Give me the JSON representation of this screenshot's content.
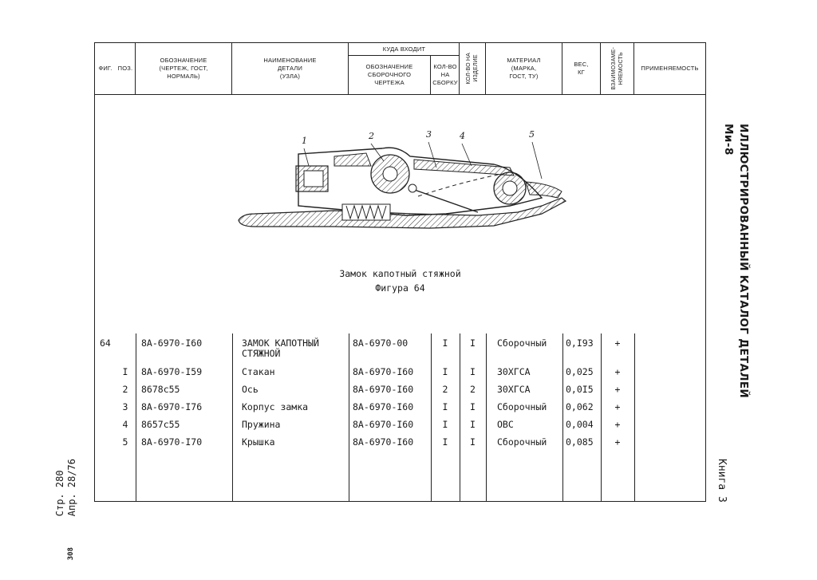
{
  "header": {
    "fig": "ФИГ.",
    "pos": "ПОЗ.",
    "designation": "ОБОЗНАЧЕНИЕ\n(ЧЕРТЕЖ, ГОСТ,\nНОРМАЛЬ)",
    "part_name": "НАИМЕНОВАНИЕ\nДЕТАЛИ\n(УЗЛА)",
    "goes_into": "КУДА ВХОДИТ",
    "assembly_designation": "ОБОЗНАЧЕНИЕ\nСБОРОЧНОГО\nЧЕРТЕЖА",
    "qty_assembly": "КОЛ-ВО\nНА\nСБОРКУ",
    "qty_product": "КОЛ-ВО НА\nИЗДЕЛИЕ",
    "material": "МАТЕРИАЛ\n(МАРКА,\nГОСТ, ТУ)",
    "weight": "ВЕС,\nКГ",
    "interchangeability": "ВЗАИМОЗАМЕ-\nНЯЕМОСТЬ",
    "applicability": "ПРИМЕНЯЕМОСТЬ"
  },
  "figure": {
    "caption_line1": "Замок капотный стяжной",
    "caption_line2": "Фигура 64",
    "callouts": [
      "1",
      "2",
      "3",
      "4",
      "5"
    ]
  },
  "rows": [
    {
      "fig": "64",
      "pos": "",
      "designation": "8А-6970-I60",
      "name": "ЗАМОК КАПОТНЫЙ\nСТЯЖНОЙ",
      "assembly": "8А-6970-00",
      "qty_asm": "I",
      "qty_prod": "I",
      "material": "Сборочный",
      "weight": "0,I93",
      "interch": "+"
    },
    {
      "fig": "",
      "pos": "I",
      "designation": "8А-6970-I59",
      "name": "Стакан",
      "assembly": "8А-6970-I60",
      "qty_asm": "I",
      "qty_prod": "I",
      "material": "30ХГСА",
      "weight": "0,025",
      "interch": "+"
    },
    {
      "fig": "",
      "pos": "2",
      "designation": "8678с55",
      "name": "Ось",
      "assembly": "8А-6970-I60",
      "qty_asm": "2",
      "qty_prod": "2",
      "material": "30ХГСА",
      "weight": "0,0I5",
      "interch": "+"
    },
    {
      "fig": "",
      "pos": "3",
      "designation": "8А-6970-I76",
      "name": "Корпус замка",
      "assembly": "8А-6970-I60",
      "qty_asm": "I",
      "qty_prod": "I",
      "material": "Сборочный",
      "weight": "0,062",
      "interch": "+"
    },
    {
      "fig": "",
      "pos": "4",
      "designation": "8657с55",
      "name": "Пружина",
      "assembly": "8А-6970-I60",
      "qty_asm": "I",
      "qty_prod": "I",
      "material": "ОВС",
      "weight": "0,004",
      "interch": "+"
    },
    {
      "fig": "",
      "pos": "5",
      "designation": "8А-6970-I70",
      "name": "Крышка",
      "assembly": "8А-6970-I60",
      "qty_asm": "I",
      "qty_prod": "I",
      "material": "Сборочный",
      "weight": "0,085",
      "interch": "+"
    }
  ],
  "side": {
    "title": "Ми-8",
    "subtitle": "ИЛЛЮСТРИРОВАННЫЙ КАТАЛОГ ДЕТАЛЕЙ",
    "book": "Книга 3"
  },
  "footer": {
    "page_line1": "Стр. 280",
    "page_line2": "Апр. 28/76",
    "sheet_number": "308"
  }
}
